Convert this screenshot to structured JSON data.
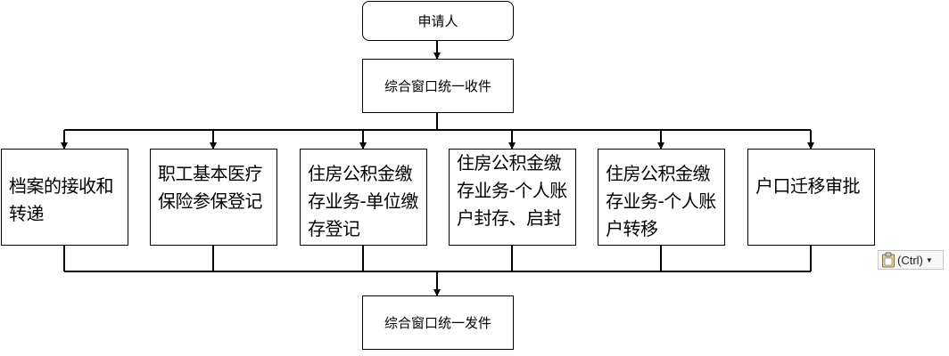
{
  "diagram": {
    "applicant": "申请人",
    "receive": "综合窗口统一收件",
    "issue": "综合窗口统一发件",
    "branches": [
      "档案的接收和转递",
      "职工基本医疗保险参保登记",
      "住房公积金缴存业务-单位缴存登记",
      "住房公积金缴存业务-个人账户封存、启封",
      "住房公积金缴存业务-个人账户转移",
      "户口迁移审批"
    ]
  },
  "paste_options": {
    "label": "(Ctrl)",
    "icon": "clipboard-icon"
  }
}
